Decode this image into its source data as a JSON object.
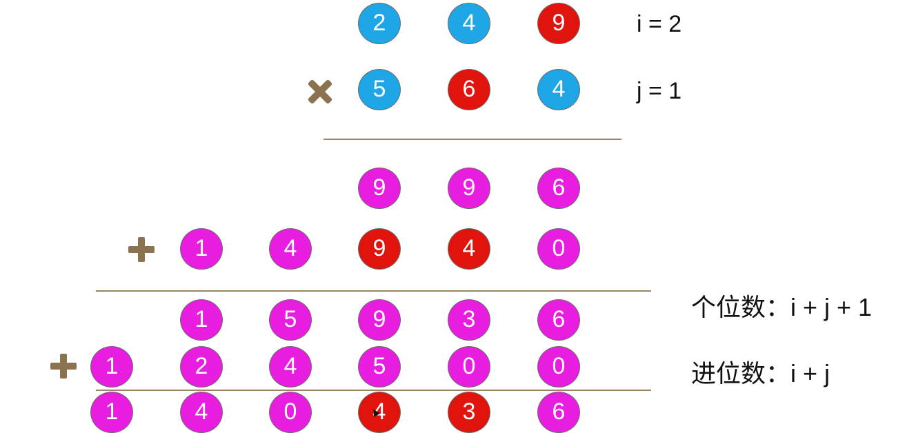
{
  "colors": {
    "blue": "#1ea6e6",
    "red": "#e0140c",
    "magenta": "#e81ddf",
    "operator": "#8c7350",
    "rule": "#9c8462"
  },
  "labels": {
    "i_value": "i = 2",
    "j_value": "j = 1",
    "ones_digit": "个位数：i + j + 1",
    "carry_digit": "进位数：i + j"
  },
  "operators": {
    "multiply": "multiply-icon",
    "plus": "plus-icon"
  },
  "rows": [
    {
      "name": "multiplicand",
      "digits": [
        {
          "value": "2",
          "color": "blue"
        },
        {
          "value": "4",
          "color": "blue"
        },
        {
          "value": "9",
          "color": "red"
        }
      ]
    },
    {
      "name": "multiplier",
      "digits": [
        {
          "value": "5",
          "color": "blue"
        },
        {
          "value": "6",
          "color": "red"
        },
        {
          "value": "4",
          "color": "blue"
        }
      ]
    },
    {
      "name": "partial-product-1",
      "digits": [
        {
          "value": "9",
          "color": "magenta"
        },
        {
          "value": "9",
          "color": "magenta"
        },
        {
          "value": "6",
          "color": "magenta"
        }
      ]
    },
    {
      "name": "partial-product-2",
      "digits": [
        {
          "value": "1",
          "color": "magenta"
        },
        {
          "value": "4",
          "color": "magenta"
        },
        {
          "value": "9",
          "color": "red"
        },
        {
          "value": "4",
          "color": "red"
        },
        {
          "value": "0",
          "color": "magenta"
        }
      ]
    },
    {
      "name": "sum-1",
      "digits": [
        {
          "value": "1",
          "color": "magenta"
        },
        {
          "value": "5",
          "color": "magenta"
        },
        {
          "value": "9",
          "color": "magenta"
        },
        {
          "value": "3",
          "color": "magenta"
        },
        {
          "value": "6",
          "color": "magenta"
        }
      ]
    },
    {
      "name": "partial-product-3",
      "digits": [
        {
          "value": "1",
          "color": "magenta"
        },
        {
          "value": "2",
          "color": "magenta"
        },
        {
          "value": "4",
          "color": "magenta"
        },
        {
          "value": "5",
          "color": "magenta"
        },
        {
          "value": "0",
          "color": "magenta"
        },
        {
          "value": "0",
          "color": "magenta"
        }
      ]
    },
    {
      "name": "result",
      "digits": [
        {
          "value": "1",
          "color": "magenta"
        },
        {
          "value": "4",
          "color": "magenta"
        },
        {
          "value": "0",
          "color": "magenta"
        },
        {
          "value": "4",
          "color": "red"
        },
        {
          "value": "3",
          "color": "red"
        },
        {
          "value": "6",
          "color": "magenta"
        }
      ]
    }
  ]
}
